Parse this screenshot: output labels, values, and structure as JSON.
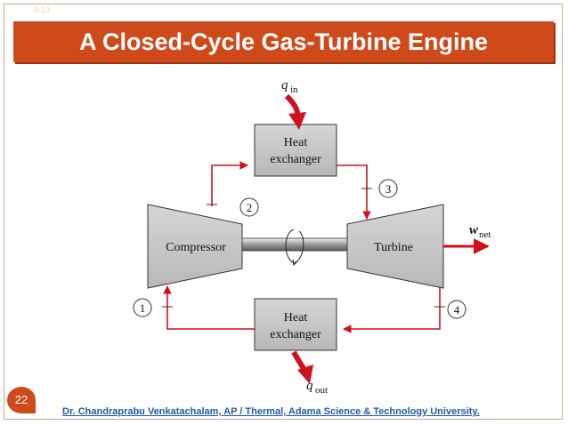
{
  "slide": {
    "corner_label": "3-13",
    "title": "A Closed-Cycle Gas-Turbine Engine",
    "page_number": "22",
    "footer": "Dr. Chandraprabu Venkatachalam, AP / Thermal, Adama Science & Technology University."
  },
  "diagram": {
    "heat_exchanger_top": [
      "Heat",
      "exchanger"
    ],
    "heat_exchanger_bottom": [
      "Heat",
      "exchanger"
    ],
    "compressor": "Compressor",
    "turbine": "Turbine",
    "q_in": {
      "symbol": "q",
      "subscript": "in"
    },
    "q_out": {
      "symbol": "q",
      "subscript": "out"
    },
    "w_net": {
      "symbol": "w",
      "subscript": "net"
    },
    "states": [
      "1",
      "2",
      "3",
      "4"
    ]
  },
  "colors": {
    "title_bar": "#cf4a1a",
    "flow_line": "#d0101c",
    "component_fill": "#c8c8c8",
    "footer_text": "#1f5aa8"
  }
}
